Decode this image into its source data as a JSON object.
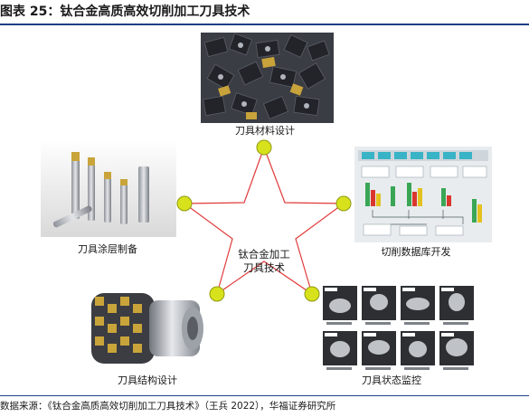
{
  "figure": {
    "title": "图表 25：钛合金高质高效切削加工刀具技术",
    "source": "数据来源：《钛合金高质高效切削加工刀具技术》（王兵 2022），华福证券研究所"
  },
  "diagram": {
    "center": [
      "钛合金加工",
      "刀具技术"
    ],
    "nodes": [
      {
        "id": "design",
        "label": "刀具材料设计"
      },
      {
        "id": "database",
        "label": "切削数据库开发"
      },
      {
        "id": "monitor",
        "label": "刀具状态监控"
      },
      {
        "id": "structure",
        "label": "刀具结构设计"
      },
      {
        "id": "coating",
        "label": "刀具涂层制备"
      }
    ],
    "colors": {
      "star": "#e03a3a",
      "node": "#d8e21c",
      "node_stroke": "#8f9a10",
      "rule": "#1f3f86"
    }
  }
}
